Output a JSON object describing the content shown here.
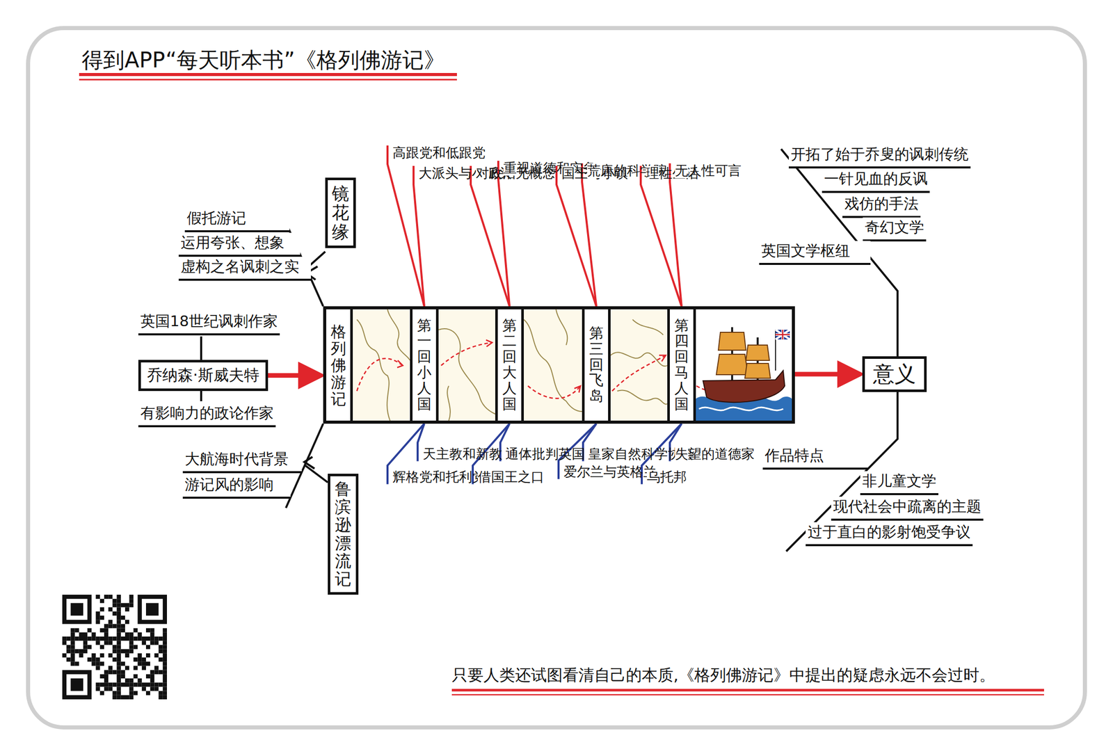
{
  "diagram": {
    "title": "得到APP“每天听本书”《格列佛游记》",
    "caption": "只要人类还试图看清自己的本质,《格列佛游记》中提出的疑虑永远不会过时。",
    "nodes": [
      {
        "text": [
          "乔纳森·斯威夫特"
        ]
      },
      {
        "text": [
          "格列佛游记"
        ]
      },
      {
        "text": [
          "第一回小人国"
        ],
        "in": 1
      },
      {
        "text": [
          "第二回大人国"
        ],
        "in": 1
      },
      {
        "text": [
          "第三回飞岛"
        ],
        "in": 1
      },
      {
        "text": [
          "第四回马人国"
        ],
        "in": 1
      },
      {
        "text": [
          "意义"
        ]
      },
      {
        "text": [
          "镜花缘"
        ]
      },
      {
        "text": [
          "鲁滨逊漂流记"
        ]
      }
    ],
    "edges": [
      {
        "from": 0,
        "to": 1,
        "arrow": "to"
      },
      {
        "from": 1,
        "to": 6,
        "arrow": "to"
      }
    ],
    "labels": [
      "英国18世纪讽刺作家",
      "有影响力的政论作家",
      "假托游记",
      "运用夸张、想象",
      "虚构之名讽刺之实",
      "大航海时代背景",
      "游记风的影响",
      "高跟党和低跟党",
      "大派头与小派头",
      "对政治无概念",
      "重视道德和实务",
      "国王与小镇",
      "荒唐的科学院",
      "理性生活",
      "无人性可言",
      "辉格党和托利党",
      "天主教和新教",
      "借国王之口",
      "通体批判英国",
      "爱尔兰与英格兰",
      "皇家自然科学协会",
      "乌托邦",
      "失望的道德家",
      "开拓了始于乔叟的讽刺传统",
      "一针见血的反讽",
      "戏仿的手法",
      "奇幻文学",
      "英国文学枢纽",
      "作品特点",
      "非儿童文学",
      "现代社会中疏离的主题",
      "过于直白的影射饱受争议"
    ]
  }
}
